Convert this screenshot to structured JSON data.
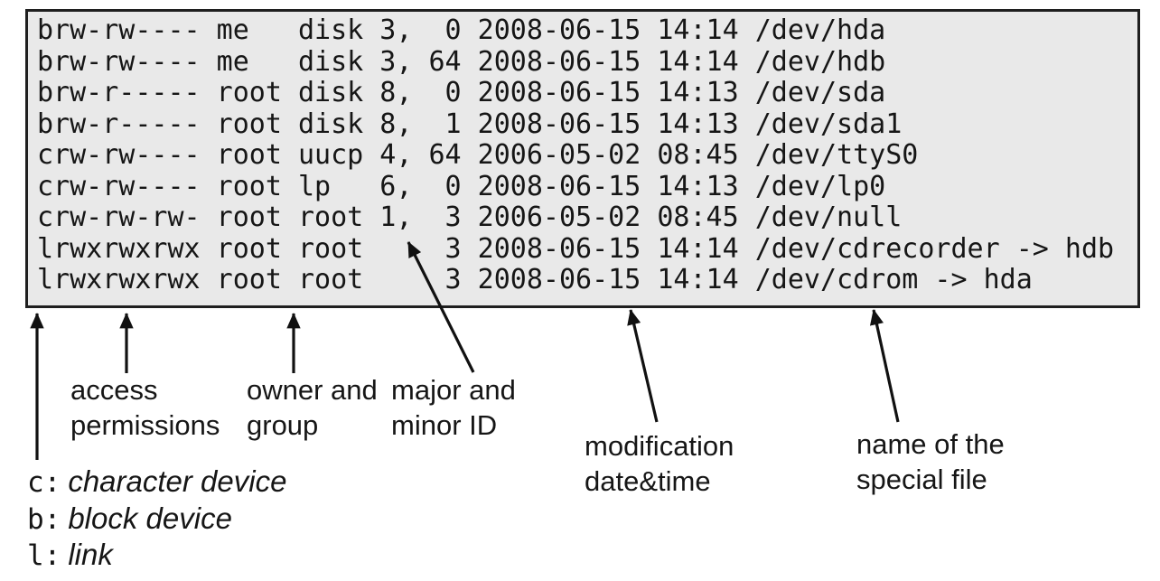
{
  "terminal": {
    "lines": [
      "brw-rw---- me   disk 3,  0 2008-06-15 14:14 /dev/hda",
      "brw-rw---- me   disk 3, 64 2008-06-15 14:14 /dev/hdb",
      "brw-r----- root disk 8,  0 2008-06-15 14:13 /dev/sda",
      "brw-r----- root disk 8,  1 2008-06-15 14:13 /dev/sda1",
      "crw-rw---- root uucp 4, 64 2006-05-02 08:45 /dev/ttyS0",
      "crw-rw---- root lp   6,  0 2008-06-15 14:13 /dev/lp0",
      "crw-rw-rw- root root 1,  3 2006-05-02 08:45 /dev/null",
      "lrwxrwxrwx root root     3 2008-06-15 14:14 /dev/cdrecorder -> hdb",
      "lrwxrwxrwx root root     3 2008-06-15 14:14 /dev/cdrom -> hda"
    ]
  },
  "annotations": {
    "access": {
      "line1": "access",
      "line2": "permissions"
    },
    "owner": {
      "line1": "owner and",
      "line2": "group"
    },
    "major": {
      "line1": "major and",
      "line2": "minor ID"
    },
    "modification": {
      "line1": "modification",
      "line2": "date&time"
    },
    "name": {
      "line1": "name of the",
      "line2": "special file"
    }
  },
  "legend": [
    {
      "key": "c:",
      "desc": "character device"
    },
    {
      "key": "b:",
      "desc": "block device"
    },
    {
      "key": "l:",
      "desc": "link"
    }
  ],
  "colors": {
    "page_bg": "#ffffff",
    "box_bg": "#e9e9e9",
    "box_border": "#1f1f1f",
    "text": "#161616",
    "arrow": "#111111"
  }
}
